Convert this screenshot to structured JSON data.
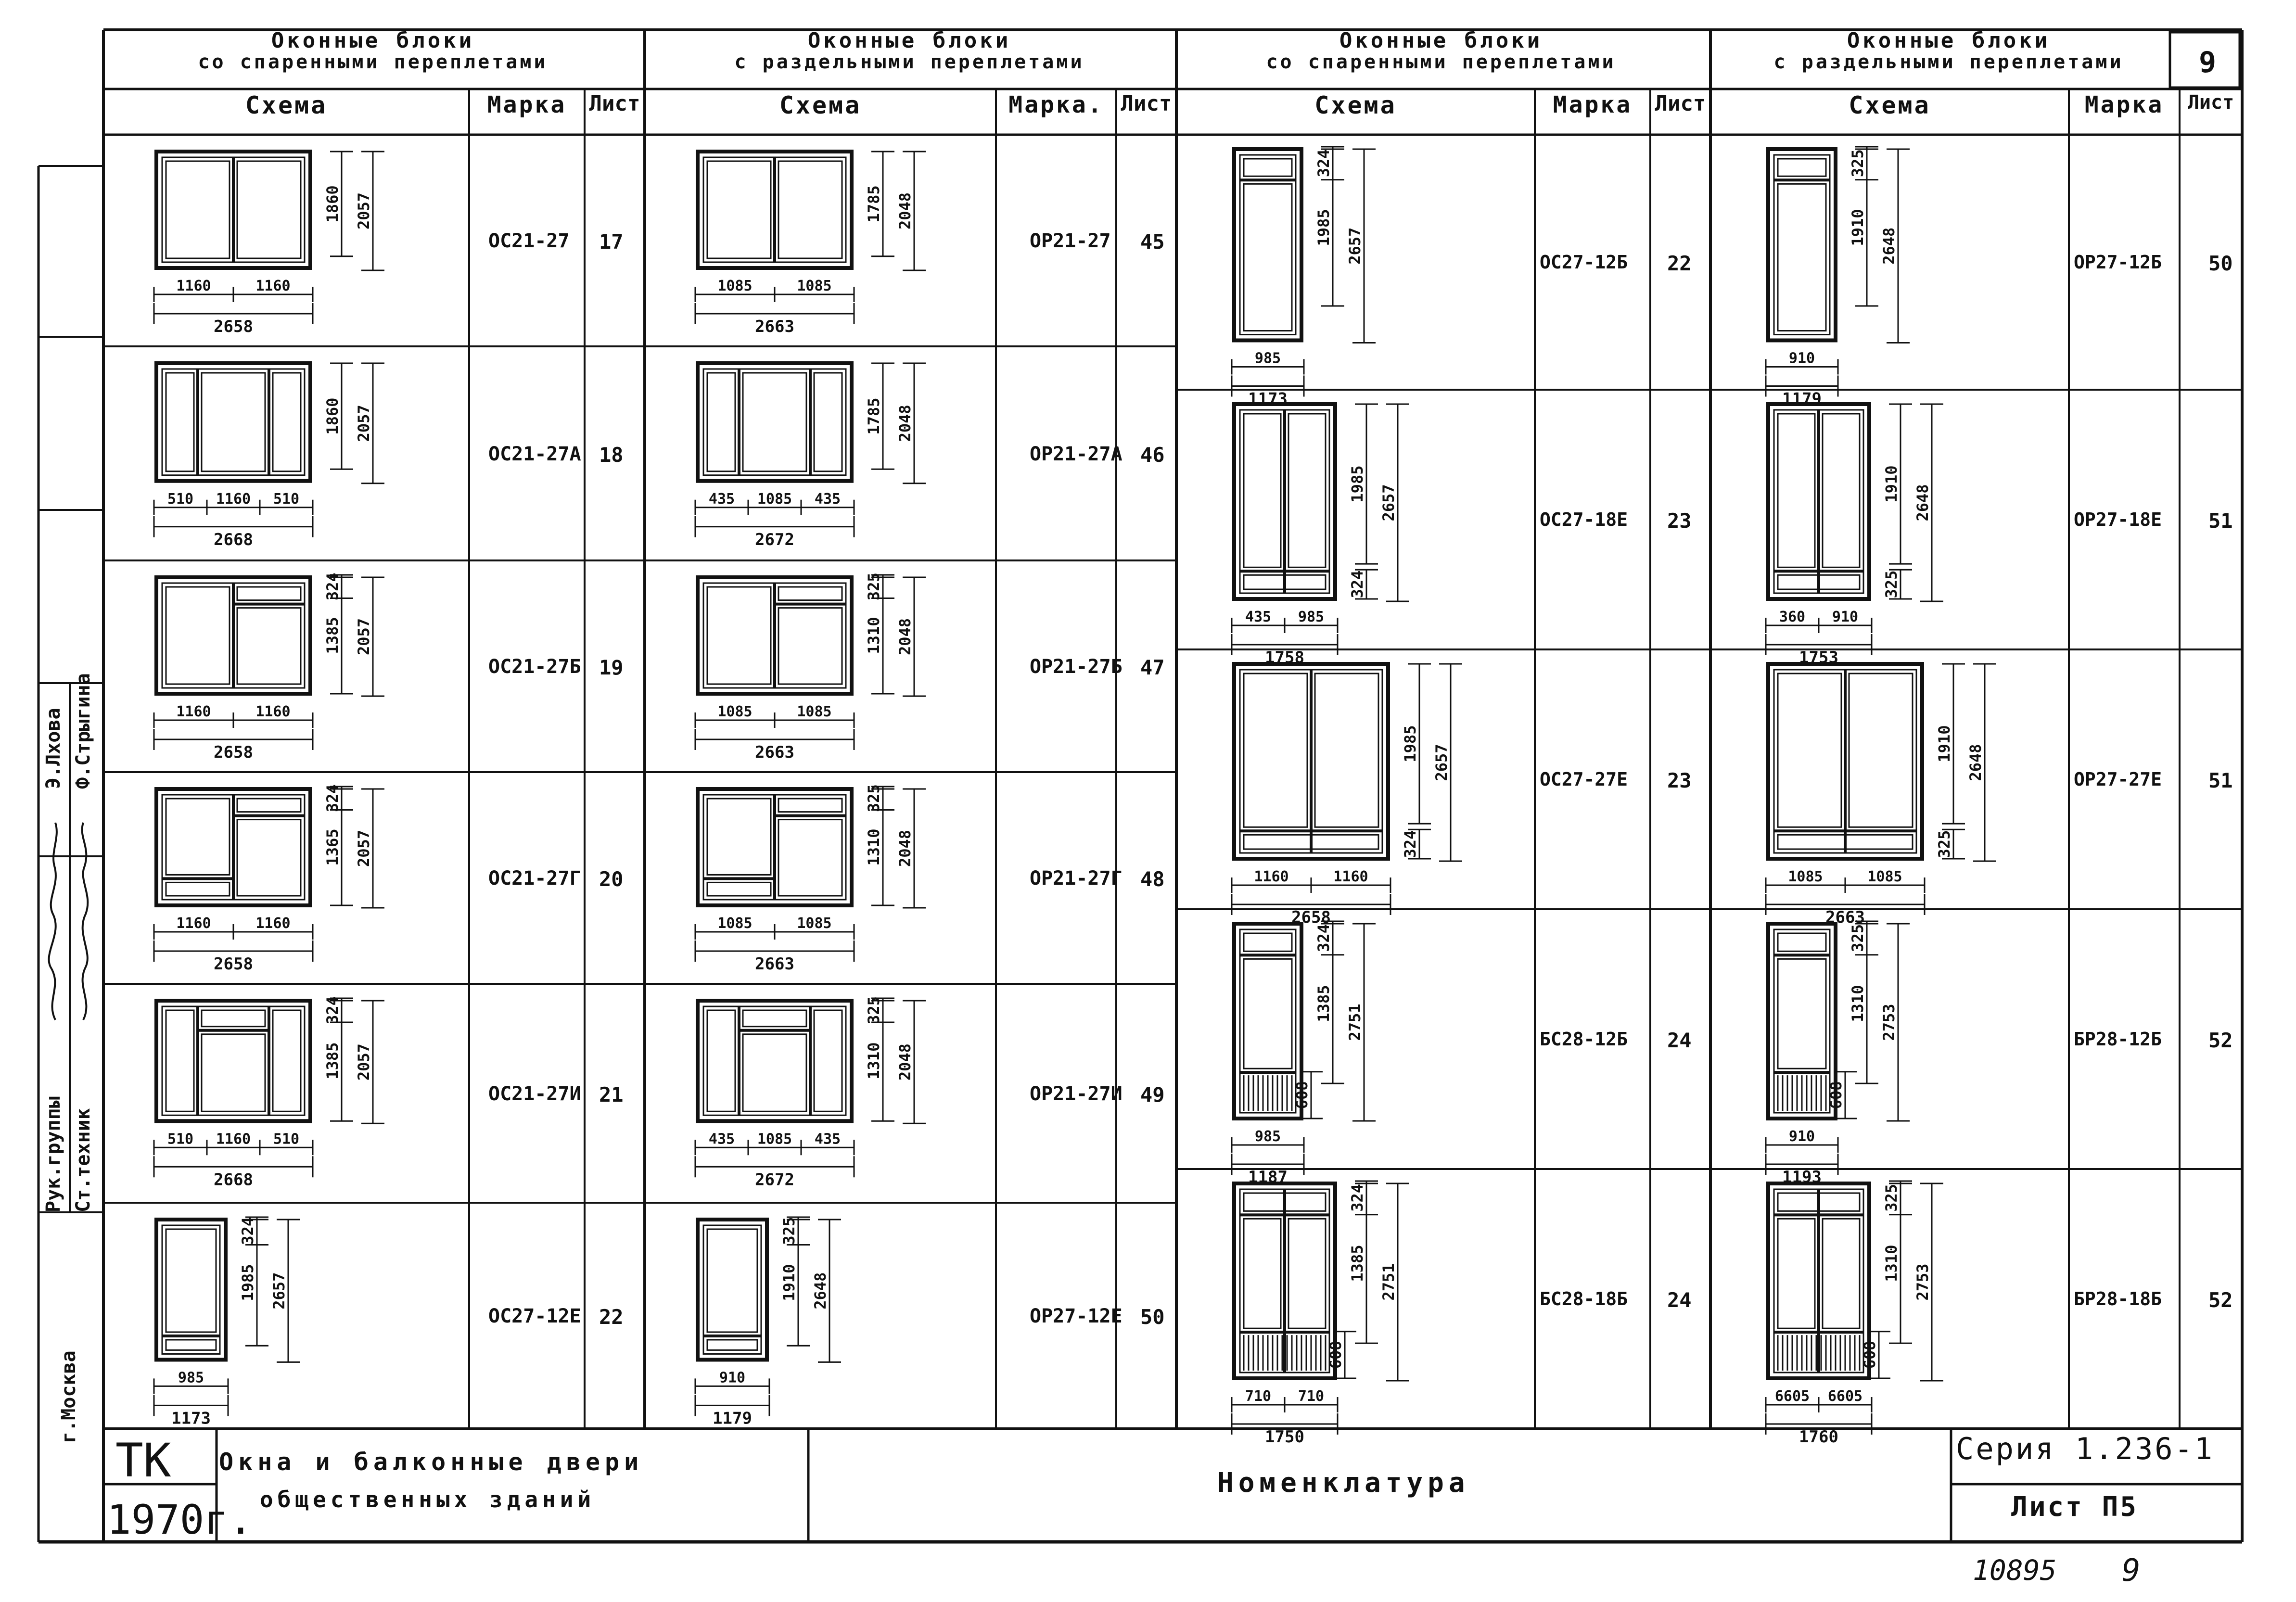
{
  "groups": [
    {
      "title_line1": "Оконные блоки",
      "title_line2": "со спаренными переплетами"
    },
    {
      "title_line1": "Оконные блоки",
      "title_line2": "с раздельными переплетами"
    },
    {
      "title_line1": "Оконные блоки",
      "title_line2": "со спаренными переплетами"
    },
    {
      "title_line1": "Оконные блоки",
      "title_line2": "с раздельными переплетами"
    }
  ],
  "column_headers": {
    "scheme": "Схема",
    "mark": "Марка",
    "mark_dot": "Марка.",
    "sheet": "Лист"
  },
  "page_number": "9",
  "group1_rows": [
    {
      "mark": "ОС21-27",
      "sheet": "17",
      "w": "2658",
      "w_parts": "1160 1160",
      "h1": "1860",
      "h2": "2057"
    },
    {
      "mark": "ОС21-27А",
      "sheet": "18",
      "w": "2668",
      "w_parts": "510 1160 510",
      "h1": "1860",
      "h2": "2057"
    },
    {
      "mark": "ОС21-27Б",
      "sheet": "19",
      "w": "2658",
      "w_parts": "1160 1160",
      "h1": "1385",
      "h2": "2057",
      "h3": "324"
    },
    {
      "mark": "ОС21-27Г",
      "sheet": "20",
      "w": "2658",
      "w_parts": "1160 1160",
      "h1": "1365",
      "h2": "2057",
      "h3": "324"
    },
    {
      "mark": "ОС21-27И",
      "sheet": "21",
      "w": "2668",
      "w_parts": "510 1160 510",
      "h1": "1385",
      "h2": "2057",
      "h3": "324"
    },
    {
      "mark": "ОС27-12Е",
      "sheet": "22",
      "w": "1173",
      "w_parts": "985",
      "h1": "1985",
      "h2": "2657",
      "h3": "324"
    }
  ],
  "group2_rows": [
    {
      "mark": "ОР21-27",
      "sheet": "45",
      "w": "2663",
      "w_parts": "1085 1085",
      "h1": "1785",
      "h2": "2048"
    },
    {
      "mark": "ОР21-27А",
      "sheet": "46",
      "w": "2672",
      "w_parts": "435 1085 435",
      "h1": "1785",
      "h2": "2048"
    },
    {
      "mark": "ОР21-27Б",
      "sheet": "47",
      "w": "2663",
      "w_parts": "1085 1085",
      "h1": "1310",
      "h2": "2048",
      "h3": "325"
    },
    {
      "mark": "ОР21-27Г",
      "sheet": "48",
      "w": "2663",
      "w_parts": "1085 1085",
      "h1": "1310",
      "h2": "2048",
      "h3": "325"
    },
    {
      "mark": "ОР21-27И",
      "sheet": "49",
      "w": "2672",
      "w_parts": "435 1085 435",
      "h1": "1310",
      "h2": "2048",
      "h3": "325"
    },
    {
      "mark": "ОР27-12Е",
      "sheet": "50",
      "w": "1179",
      "w_parts": "910",
      "h1": "1910",
      "h2": "2648",
      "h3": "325"
    }
  ],
  "group3_rows": [
    {
      "mark": "ОС27-12Б",
      "sheet": "22",
      "w": "1173",
      "w_parts": "985",
      "h1": "1985",
      "h2": "2657",
      "h3": "324"
    },
    {
      "mark": "ОС27-18Е",
      "sheet": "23",
      "w": "1758",
      "w_parts": "435 985",
      "h1": "1985",
      "h2": "2657",
      "h3": "324"
    },
    {
      "mark": "ОС27-27Е",
      "sheet": "23",
      "w": "2658",
      "w_parts": "1160 1160",
      "h1": "1985",
      "h2": "2657",
      "h3": "324"
    },
    {
      "mark": "БС28-12Б",
      "sheet": "24",
      "w": "1187",
      "w_parts": "985",
      "h1": "1385",
      "h2": "2751",
      "h3": "324",
      "h4": "608"
    },
    {
      "mark": "БС28-18Б",
      "sheet": "24",
      "w": "1750",
      "w_parts": "710 710",
      "h1": "1385",
      "h2": "2751",
      "h3": "324",
      "h4": "608"
    }
  ],
  "group4_rows": [
    {
      "mark": "ОР27-12Б",
      "sheet": "50",
      "w": "1179",
      "w_parts": "910",
      "h1": "1910",
      "h2": "2648",
      "h3": "325"
    },
    {
      "mark": "ОР27-18Е",
      "sheet": "51",
      "w": "1753",
      "w_parts": "360 910",
      "h1": "1910",
      "h2": "2648",
      "h3": "325"
    },
    {
      "mark": "ОР27-27Е",
      "sheet": "51",
      "w": "2663",
      "w_parts": "1085 1085",
      "h1": "1910",
      "h2": "2648",
      "h3": "325"
    },
    {
      "mark": "БР28-12Б",
      "sheet": "52",
      "w": "1193",
      "w_parts": "910",
      "h1": "1310",
      "h2": "2753",
      "h3": "325",
      "h4": "608"
    },
    {
      "mark": "БР28-18Б",
      "sheet": "52",
      "w": "1760",
      "w_parts": "6605 6605",
      "h1": "1310",
      "h2": "2753",
      "h3": "325",
      "h4": "608"
    }
  ],
  "title_block": {
    "org": "ТК",
    "year": "1970г.",
    "subject_line1": "Окна и балконные двери",
    "subject_line2": "общественных зданий",
    "sheet_title": "Номенклатура",
    "series": "Серия 1.236-1",
    "sheet_label": "Лист П5"
  },
  "side_stamp": {
    "role1": "Рук.группы",
    "role2": "Ст.техник",
    "name1": "Э.Лхова",
    "name2": "Ф.Стрыгина",
    "city": "г.Москва"
  },
  "footer_number": "10895",
  "footer_sheet": "9"
}
